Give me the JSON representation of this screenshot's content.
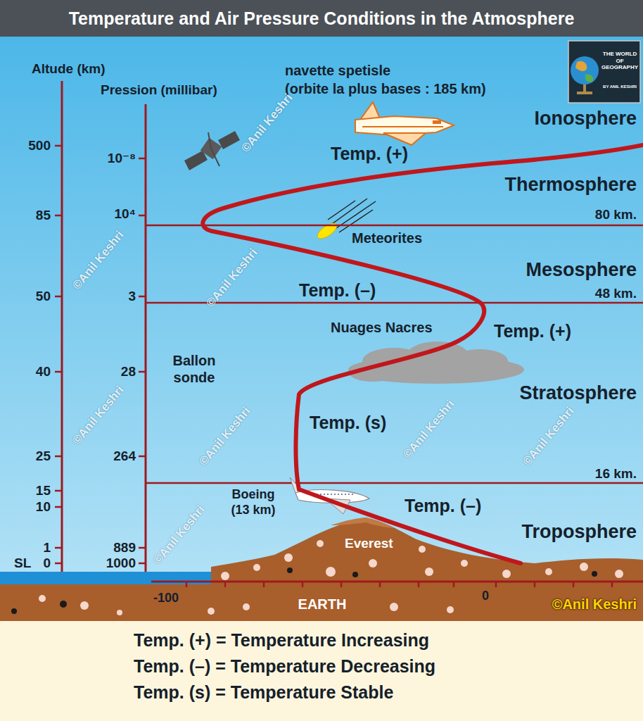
{
  "diagram": {
    "title": "Temperature and Air Pressure Conditions in the Atmosphere",
    "nodes": [
      {
        "text": [
          "Temp. (+) = Temperature Increasing",
          "Temp. (–) = Temperature Decreasing",
          "Temp. (s) = Temperature Stable"
        ]
      }
    ],
    "labels": [
      "Altude (km)",
      "Pression (millibar)",
      "navette spetisle",
      "(orbite la plus bases : 185 km)",
      "THE WORLD OF GEOGRAPHY",
      "BY ANIL KESHRI",
      "Ionosphere",
      "500",
      "10⁻⁸",
      "Temp. (+)",
      "Thermosphere",
      "85",
      "10⁴",
      "80 km.",
      "Meteorites",
      "Mesosphere",
      "Temp. (–)",
      "48 km.",
      "50",
      "3",
      "Nuages Nacres",
      "Temp. (+)",
      "Ballon sonde",
      "40",
      "28",
      "Stratosphere",
      "Temp. (s)",
      "25",
      "264",
      "16 km.",
      "15",
      "Boeing (13 km)",
      "10",
      "Temp. (–)",
      "Troposphere",
      "1",
      "889",
      "Everest",
      "SL",
      "0",
      "1000",
      "-100",
      "EARTH",
      "0",
      "©Anil Keshri",
      "©Anil Keshri",
      "©Anil Keshri",
      "©Anil Keshri",
      "©Anil Keshri",
      "©Anil Keshri",
      "©Anil Keshri",
      "©Anil Keshri",
      "©Anil Keshri"
    ]
  }
}
